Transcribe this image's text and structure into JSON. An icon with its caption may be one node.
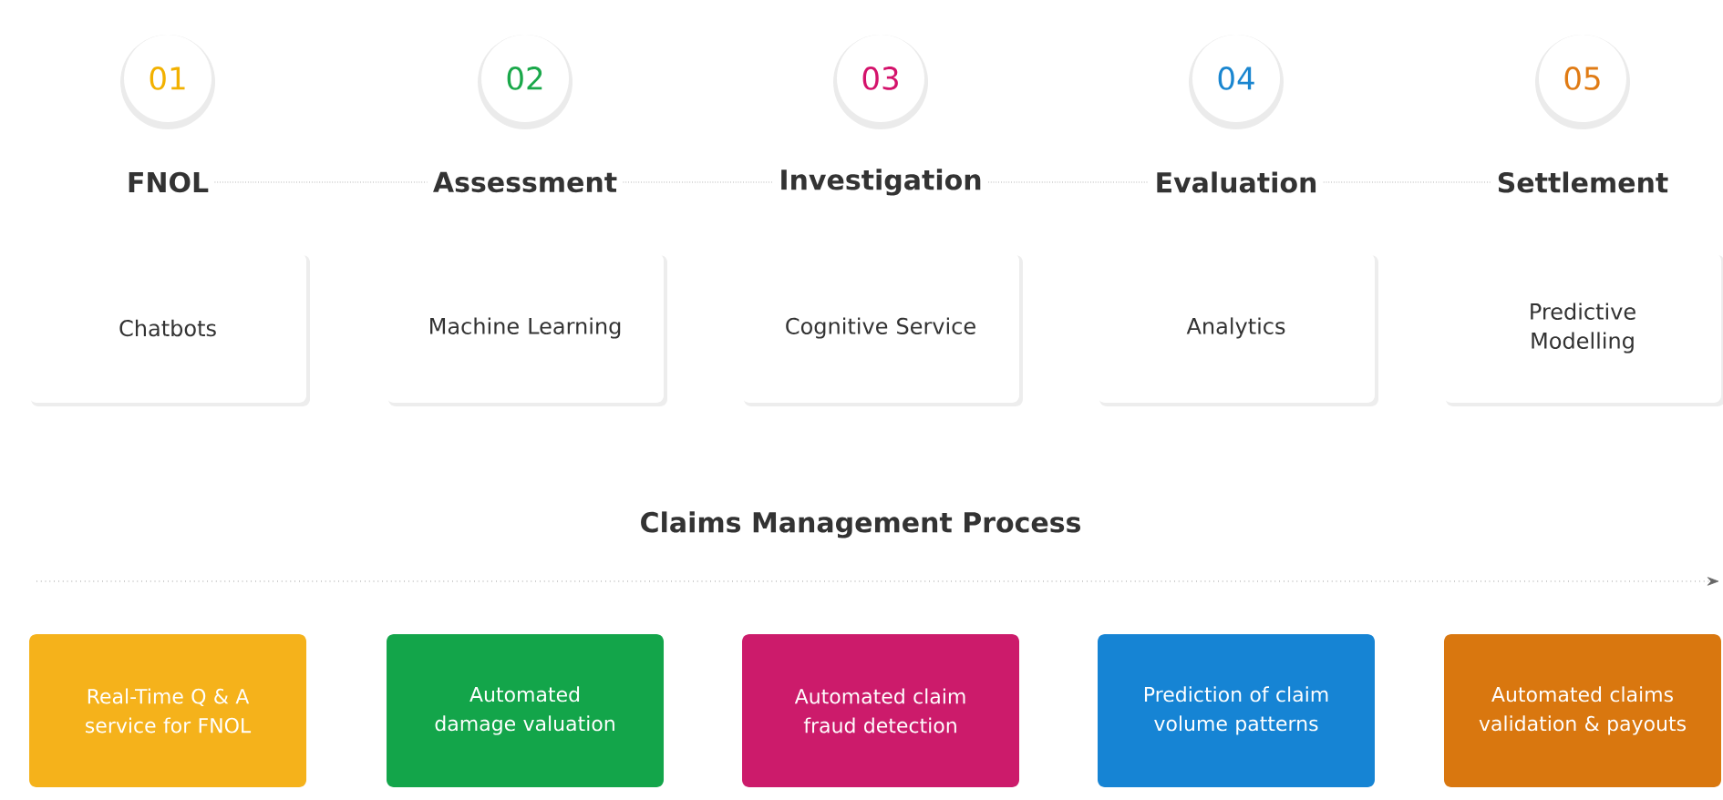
{
  "diagram": {
    "title": "Claims Management Process",
    "nodes": [
      {
        "text": [
          "01"
        ]
      },
      {
        "text": [
          "02"
        ]
      },
      {
        "text": [
          "03"
        ]
      },
      {
        "text": [
          "04"
        ]
      },
      {
        "text": [
          "05"
        ]
      },
      {
        "text": [
          "FNOL"
        ]
      },
      {
        "text": [
          "Assessment"
        ]
      },
      {
        "text": [
          "Investigation"
        ]
      },
      {
        "text": [
          "Evaluation"
        ]
      },
      {
        "text": [
          "Settlement"
        ]
      },
      {
        "text": [
          "Chatbots"
        ]
      },
      {
        "text": [
          "Machine Learning"
        ]
      },
      {
        "text": [
          "Cognitive Service"
        ]
      },
      {
        "text": [
          "Analytics"
        ]
      },
      {
        "text": [
          "Predictive Modelling"
        ]
      },
      {
        "text": [
          "Real-Time Q & A service for FNOL"
        ]
      },
      {
        "text": [
          "Automated damage valuation"
        ]
      },
      {
        "text": [
          "Automated claim fraud detection"
        ]
      },
      {
        "text": [
          "Prediction of claim volume patterns"
        ]
      },
      {
        "text": [
          "Automated claims validation & payouts"
        ]
      }
    ],
    "edges": [
      {
        "from": 5,
        "to": 6,
        "arrow": "none",
        "style": "dashed"
      },
      {
        "from": 6,
        "to": 7,
        "arrow": "none",
        "style": "dashed"
      },
      {
        "from": 7,
        "to": 8,
        "arrow": "none",
        "style": "dashed"
      },
      {
        "from": 8,
        "to": 9,
        "arrow": "none",
        "style": "dashed"
      }
    ]
  }
}
